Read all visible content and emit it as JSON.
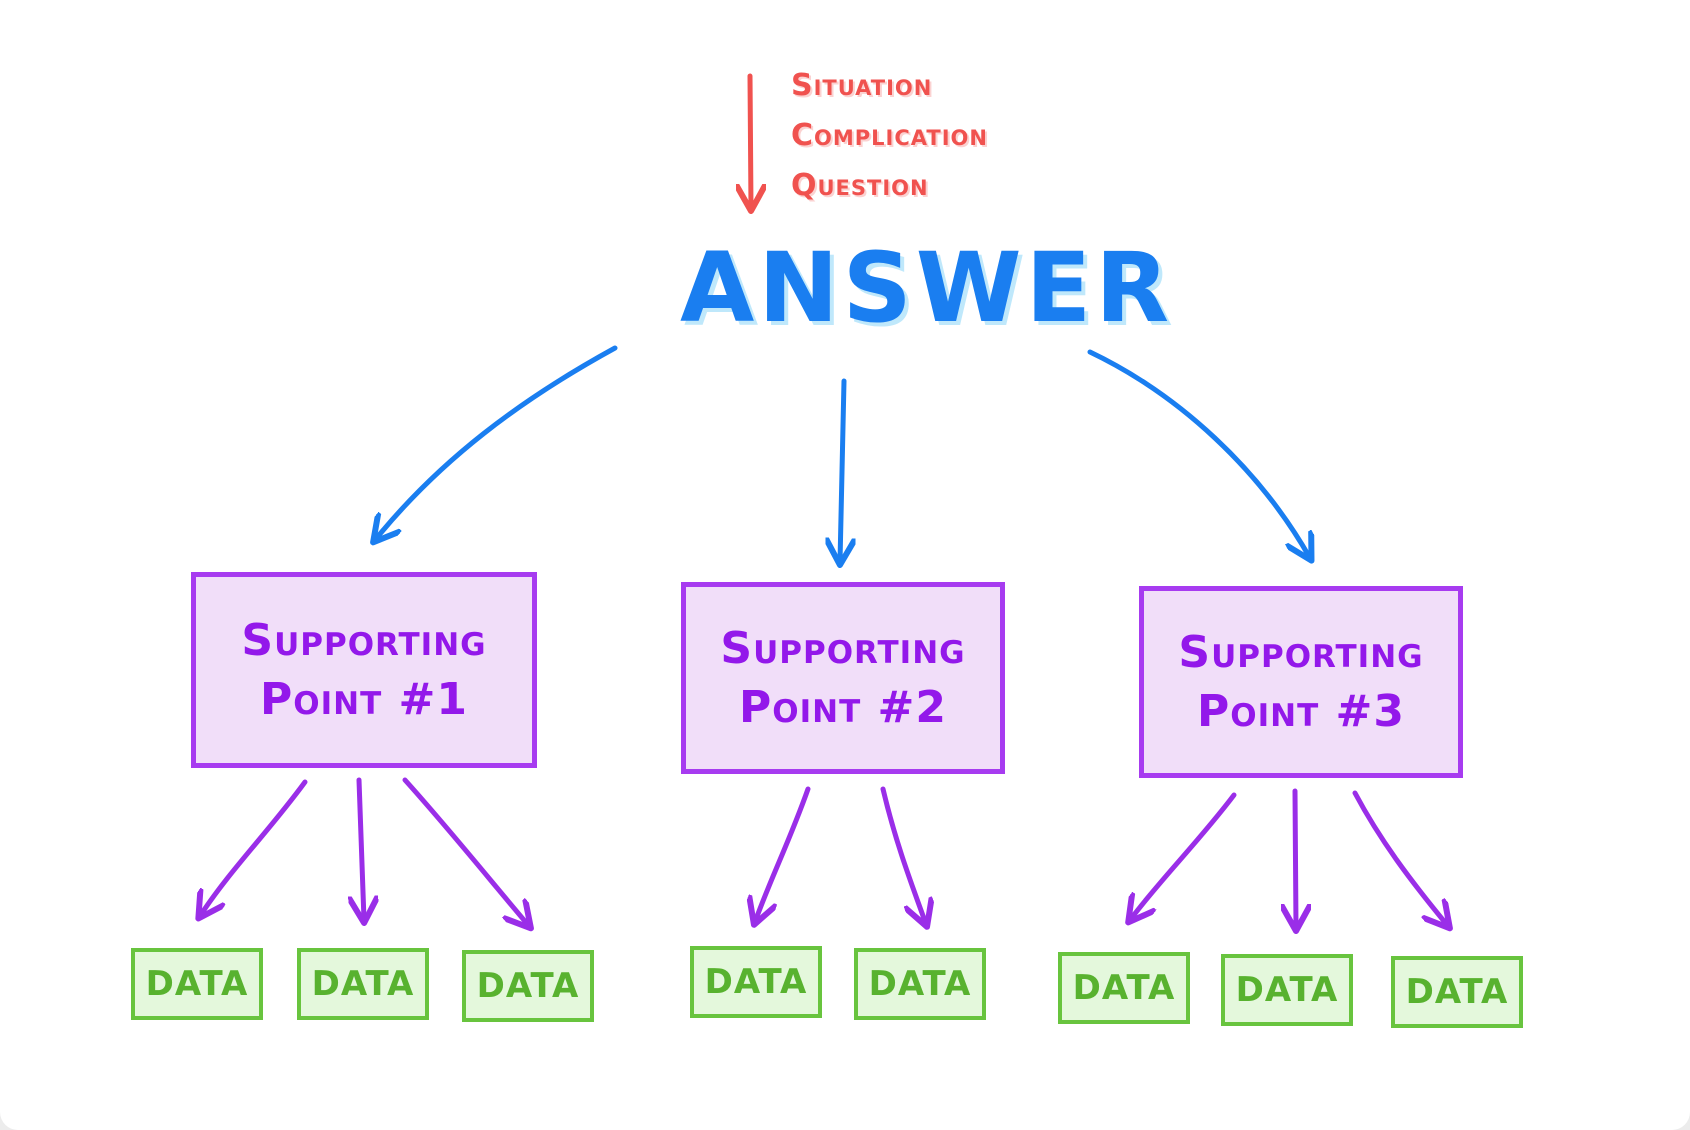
{
  "intro": {
    "lines": [
      "Situation",
      "Complication",
      "Question"
    ]
  },
  "answer": "ANSWER",
  "supporting_points": [
    {
      "line1": "Supporting",
      "line2": "Point #1",
      "data": [
        "DATA",
        "DATA",
        "DATA"
      ]
    },
    {
      "line1": "Supporting",
      "line2": "Point #2",
      "data": [
        "DATA",
        "DATA"
      ]
    },
    {
      "line1": "Supporting",
      "line2": "Point #3",
      "data": [
        "DATA",
        "DATA",
        "DATA"
      ]
    }
  ],
  "colors": {
    "intro": "#f0524f",
    "answer": "#1a7ef0",
    "point_border": "#a73bf0",
    "point_fill": "#f1def9",
    "data_border": "#68c43e",
    "data_fill": "#e4f8dc"
  }
}
